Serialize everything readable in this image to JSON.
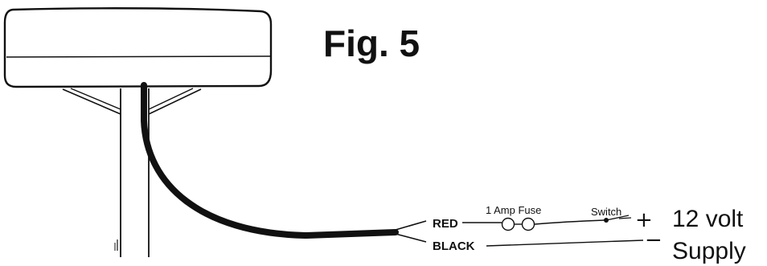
{
  "figure": {
    "title": "Fig. 5"
  },
  "wiring": {
    "red_wire": "RED",
    "black_wire": "BLACK",
    "fuse_label": "1 Amp Fuse",
    "switch_label": "Switch"
  },
  "supply": {
    "positive_symbol": "+",
    "negative_symbol": "−",
    "voltage_line": "12 volt",
    "supply_line": "Supply"
  }
}
